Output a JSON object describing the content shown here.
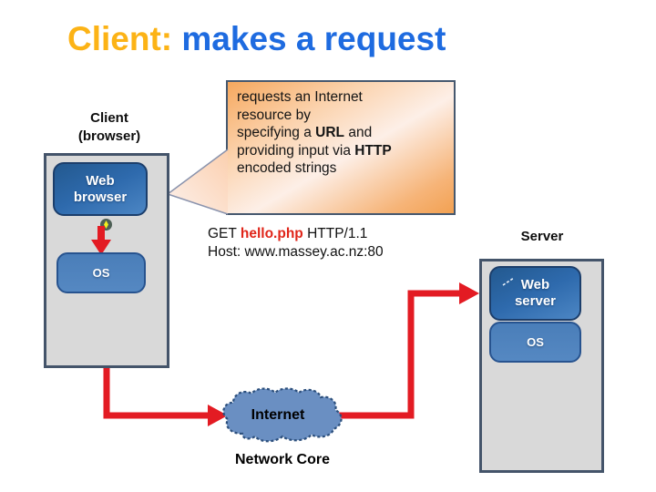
{
  "title": {
    "part1": "Client: ",
    "part2": "makes a request"
  },
  "callout": {
    "line1": "requests an Internet",
    "line2": "resource by",
    "line3_pre": "specifying a ",
    "line3_bold": "URL",
    "line3_post": " and",
    "line4_pre": "providing input via ",
    "line4_bold": "HTTP",
    "line5": "encoded strings"
  },
  "client": {
    "label_line1": "Client",
    "label_line2": "(browser)",
    "web_browser_line1": "Web",
    "web_browser_line2": "browser",
    "os_label": "OS"
  },
  "request": {
    "method": "GET ",
    "file": "hello.php",
    "protocol": " HTTP/1.1",
    "host_line": "Host: www.massey.ac.nz:80"
  },
  "server": {
    "label": "Server",
    "web_server_line1": "Web",
    "web_server_line2": "server",
    "os_label": "OS"
  },
  "network": {
    "cloud_label": "Internet",
    "core_label": "Network Core"
  },
  "colors": {
    "title_orange": "#fcb316",
    "title_blue": "#1e6be0",
    "arrow_red": "#e31b23",
    "request_file_red": "#e02519",
    "panel_gray": "#d9d9d9",
    "panel_border": "#44546a",
    "box_blue_dark": "#2e6aad",
    "box_blue_light": "#5588c2",
    "cloud_blue": "#6a8fc2",
    "callout_border": "#46586e"
  }
}
